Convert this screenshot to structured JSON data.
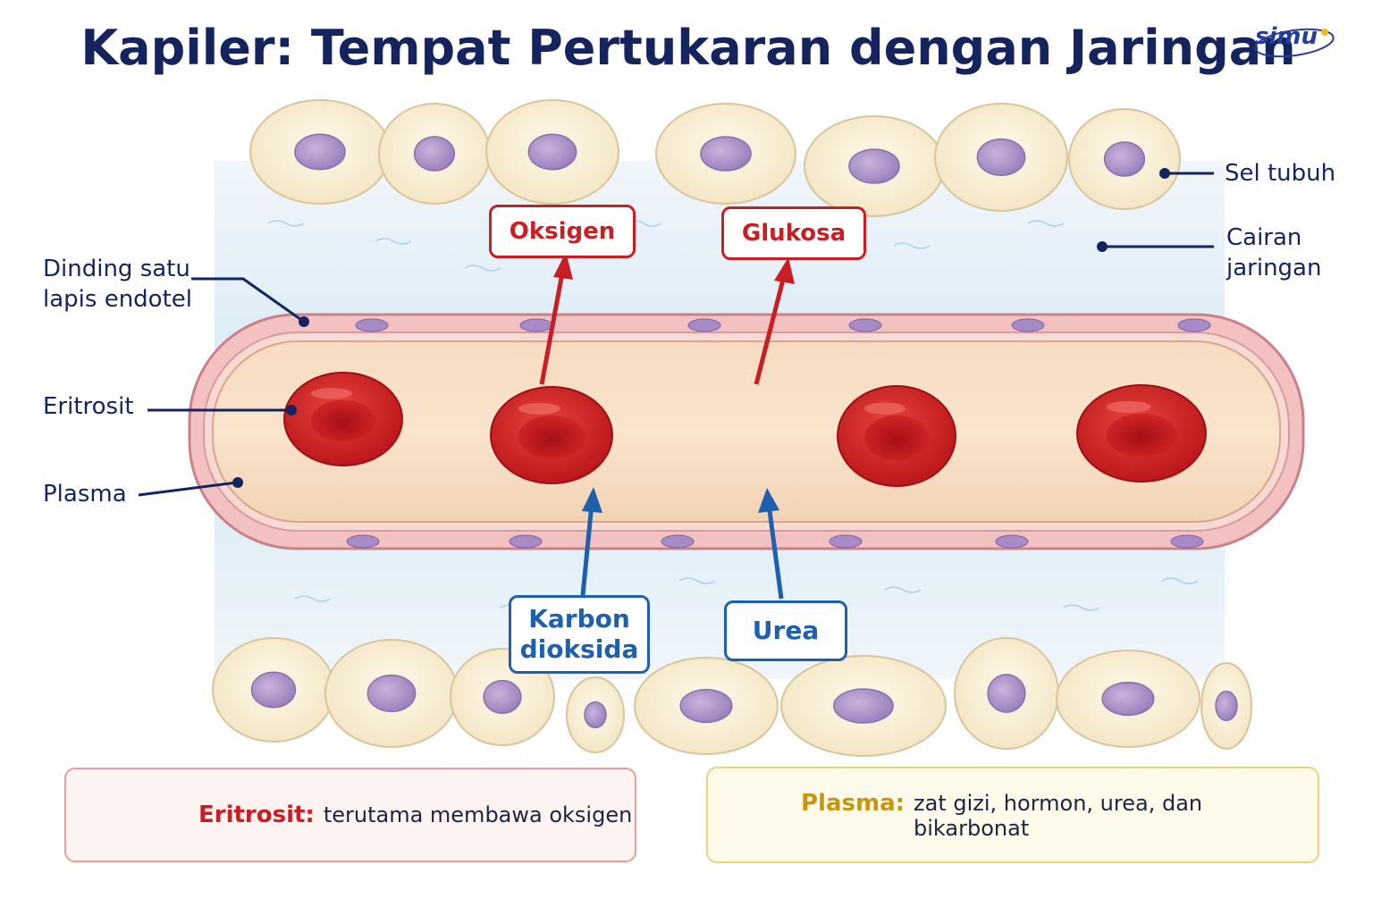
{
  "title": "Kapiler: Tempat Pertukaran dengan Jaringan",
  "logo": "simu",
  "labels": {
    "sel_tubuh": "Sel tubuh",
    "cairan_jaringan": [
      "Cairan",
      "jaringan"
    ],
    "dinding": [
      "Dinding satu",
      "lapis endotel"
    ],
    "eritrosit": "Eritrosit",
    "plasma": "Plasma"
  },
  "out_of_capillary": [
    {
      "label": "Oksigen"
    },
    {
      "label": "Glukosa"
    }
  ],
  "into_capillary": [
    {
      "label_lines": [
        "Karbon",
        "dioksida"
      ]
    },
    {
      "label_lines": [
        "Urea"
      ]
    }
  ],
  "legend": {
    "eritrosit": {
      "key": "Eritrosit:",
      "value": "terutama membawa oksigen"
    },
    "plasma": {
      "key": "Plasma:",
      "value": "zat gizi, hormon, urea, dan bikarbonat"
    }
  },
  "colors": {
    "title": "#15245e",
    "out_arrow": "#c81e24",
    "in_arrow": "#1e5fae",
    "plasma_key": "#c8960e",
    "eritrosit_key": "#c81e24"
  }
}
